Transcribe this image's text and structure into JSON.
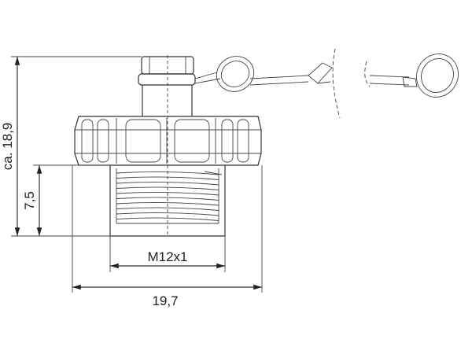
{
  "drawing": {
    "dimensions": {
      "overall_height": "ca. 18,9",
      "thread_length": "7,5",
      "thread": "M12x1",
      "width": "19,7"
    }
  }
}
